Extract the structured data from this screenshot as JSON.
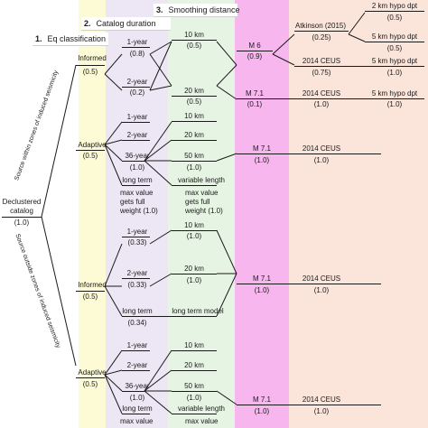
{
  "headers": {
    "eq": {
      "num": "1.",
      "label": "Eq classification"
    },
    "cat": {
      "num": "2.",
      "label": "Catalog duration"
    },
    "smooth": {
      "num": "3.",
      "label": "Smoothing distance"
    }
  },
  "root": {
    "label": "Declustered catalog",
    "weight": "(1.0)"
  },
  "side_labels": {
    "top": "Source within zones of induced seismicity",
    "bottom": "Source outside zones of induced seismicity"
  },
  "branches": {
    "informed1": {
      "label": "Informed",
      "weight": "(0.5)"
    },
    "adaptive1": {
      "label": "Adaptive",
      "weight": "(0.5)"
    },
    "informed2": {
      "label": "Informed",
      "weight": "(0.5)"
    },
    "adaptive2": {
      "label": "Adaptive",
      "weight": "(0.5)"
    }
  },
  "durations": {
    "i1_1yr": {
      "label": "1-year",
      "weight": "(0.8)"
    },
    "i1_2yr": {
      "label": "2-year",
      "weight": "(0.2)"
    },
    "a1_1yr": "1-year",
    "a1_2yr": "2-year",
    "a1_36yr": {
      "label": "36-year",
      "weight": "(1.0)"
    },
    "a1_long": "long term",
    "a1_note": [
      "max value",
      "gets full",
      "weight (1.0)"
    ],
    "i2_1yr": {
      "label": "1-year",
      "weight": "(0.33)"
    },
    "i2_2yr": {
      "label": "2-year",
      "weight": "(0.33)"
    },
    "i2_long": {
      "label": "long term",
      "weight": "(0.34)"
    },
    "a2_1yr": "1-year",
    "a2_2yr": "2-year",
    "a2_36yr": {
      "label": "36-year",
      "weight": "(1.0)"
    },
    "a2_long": "long term",
    "a2_note": "max value"
  },
  "smoothing": {
    "i1_10": {
      "label": "10 km",
      "weight": "(0.5)"
    },
    "i1_20": {
      "label": "20 km",
      "weight": "(0.5)"
    },
    "a1_10": "10 km",
    "a1_20": "20 km",
    "a1_50": {
      "label": "50 km",
      "weight": "(1.0)"
    },
    "a1_var": "variable length",
    "a1_note": [
      "max value",
      "gets full",
      "weight (1.0)"
    ],
    "i2_10": {
      "label": "10 km",
      "weight": "(1.0)"
    },
    "i2_20": {
      "label": "20 km",
      "weight": "(1.0)"
    },
    "i2_long": "long term model",
    "a2_10": "10 km",
    "a2_20": "20 km",
    "a2_50": {
      "label": "50 km",
      "weight": "(1.0)"
    },
    "a2_var": "variable length",
    "a2_note": "max value"
  },
  "magnitudes": {
    "m6": {
      "label": "M 6",
      "weight": "(0.9)"
    },
    "m71a": {
      "label": "M 7.1",
      "weight": "(0.1)"
    },
    "m71b": {
      "label": "M 7.1",
      "weight": "(1.0)"
    },
    "m71c": {
      "label": "M 7.1",
      "weight": "(1.0)"
    },
    "m71d": {
      "label": "M 7.1",
      "weight": "(1.0)"
    }
  },
  "gmm": {
    "atk": {
      "label": "Atkinson (2015)",
      "weight": "(0.25)"
    },
    "ceus1": {
      "label": "2014 CEUS",
      "weight": "(0.75)"
    },
    "ceus2": {
      "label": "2014 CEUS",
      "weight": "(1.0)"
    },
    "ceus3": {
      "label": "2014 CEUS",
      "weight": "(1.0)"
    },
    "ceus4": {
      "label": "2014 CEUS",
      "weight": "(1.0)"
    },
    "ceus5": {
      "label": "2014 CEUS",
      "weight": "(1.0)"
    }
  },
  "depths": {
    "d2": {
      "label": "2 km hypo dpt",
      "weight": "(0.5)"
    },
    "d5a": {
      "label": "5 km hypo dpt",
      "weight": "(0.5)"
    },
    "d5b": {
      "label": "5 km hypo dpt",
      "weight": "(1.0)"
    },
    "d5c": {
      "label": "5 km hypo dpt",
      "weight": "(1.0)"
    }
  },
  "colors": {
    "eq_band": "#fdfbd6",
    "cat_band": "#ece6f5",
    "smooth_band": "#e6f5e3",
    "mag_band": "#f7b6ee",
    "gmm_band": "#fbe4da",
    "line": "#1a1a1a"
  }
}
